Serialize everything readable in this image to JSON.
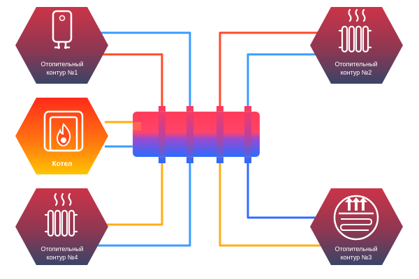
{
  "nodes": {
    "circuit1": {
      "line1": "Отопительный",
      "line2": "контур  №1",
      "icon": "water-heater-icon"
    },
    "circuit2": {
      "line1": "Отопительный",
      "line2": "контур  №2",
      "icon": "radiator-icon"
    },
    "circuit3": {
      "line1": "Отопительный",
      "line2": "контур  №3",
      "icon": "underfloor-heating-icon"
    },
    "circuit4": {
      "line1": "Отопительный",
      "line2": "контур  №4",
      "icon": "radiator-icon"
    },
    "boiler": {
      "label": "Котел",
      "icon": "flame-icon"
    }
  },
  "colors": {
    "hex_top": "#c7344a",
    "hex_bottom": "#3a4467",
    "boiler_top": "#ff2a1a",
    "boiler_bottom": "#ffc400",
    "hot_pipe": "#ff5a1a",
    "cold_pipe": "#2f9bff",
    "collector_hot": "#ff3a5a",
    "collector_cold": "#2a6cff"
  }
}
